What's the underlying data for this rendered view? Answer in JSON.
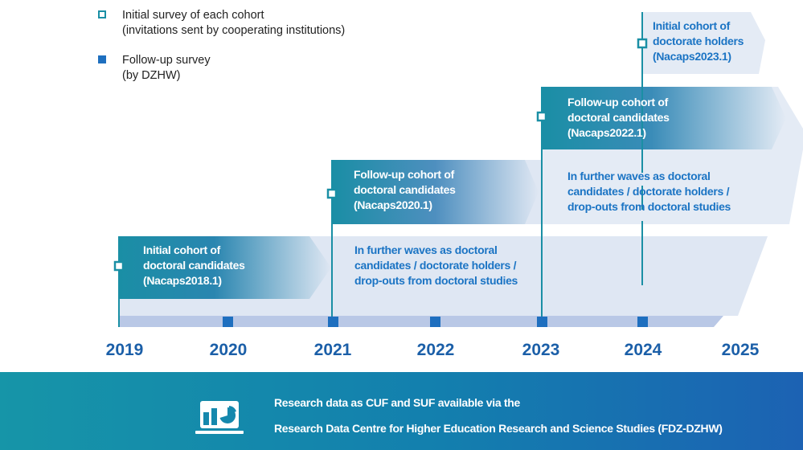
{
  "legend": {
    "initial_line1": "Initial survey of each cohort",
    "initial_line2": "(invitations sent by cooperating institutions)",
    "followup_line1": "Follow-up survey",
    "followup_line2": "(by DZHW)"
  },
  "cohorts": {
    "c2018": [
      "Initial cohort  of",
      "doctoral candidates",
      "(Nacaps2018.1)"
    ],
    "c2020": [
      "Follow-up cohort of",
      "doctoral candidates",
      "(Nacaps2020.1)"
    ],
    "c2022": [
      "Follow-up cohort of",
      "doctoral candidates",
      "(Nacaps2022.1)"
    ],
    "c2023": [
      "Initial cohort of",
      "doctorate holders",
      "(Nacaps2023.1)"
    ]
  },
  "further_waves": [
    "In further waves as doctoral",
    "candidates / doctorate holders /",
    "drop-outs from doctoral studies"
  ],
  "years": [
    "2019",
    "2020",
    "2021",
    "2022",
    "2023",
    "2024",
    "2025"
  ],
  "footer": {
    "line1": "Research data as CUF and SUF available via the",
    "line2": "Research Data Centre for Higher Education Research and Science Studies (FDZ-DZHW)"
  },
  "colors": {
    "teal": "#1a8fa5",
    "blue": "#1e6fbf",
    "light": "#dfe7f3",
    "timeline": "#b9c8e6"
  }
}
